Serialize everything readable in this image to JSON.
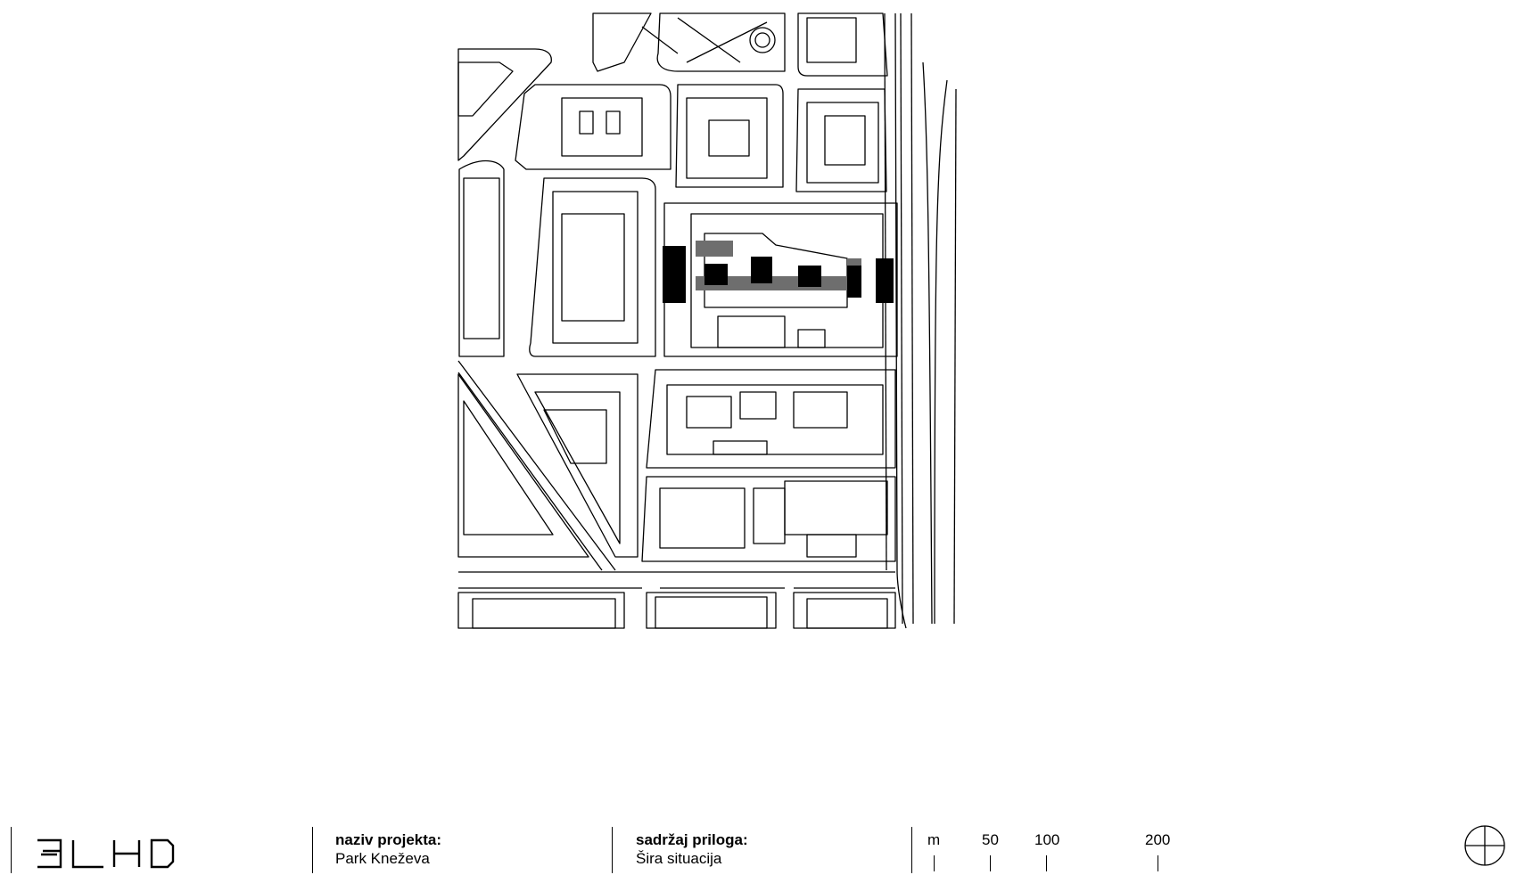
{
  "brand": {
    "logo_text": "3LHD",
    "logo_icon": "3lhd-logo"
  },
  "project": {
    "label": "naziv projekta:",
    "value": "Park Kneževa"
  },
  "contents": {
    "label": "sadržaj priloga:",
    "value": "Šira situacija"
  },
  "scale": {
    "unit": "m",
    "ticks": [
      0,
      50,
      100,
      200
    ],
    "labels": [
      "50",
      "100",
      "200"
    ]
  },
  "north_arrow": {
    "icon": "north-arrow-icon"
  },
  "colors": {
    "line": "#000000",
    "highlight_dark": "#000000",
    "highlight_mid": "#6e6e6e",
    "background": "#ffffff"
  }
}
